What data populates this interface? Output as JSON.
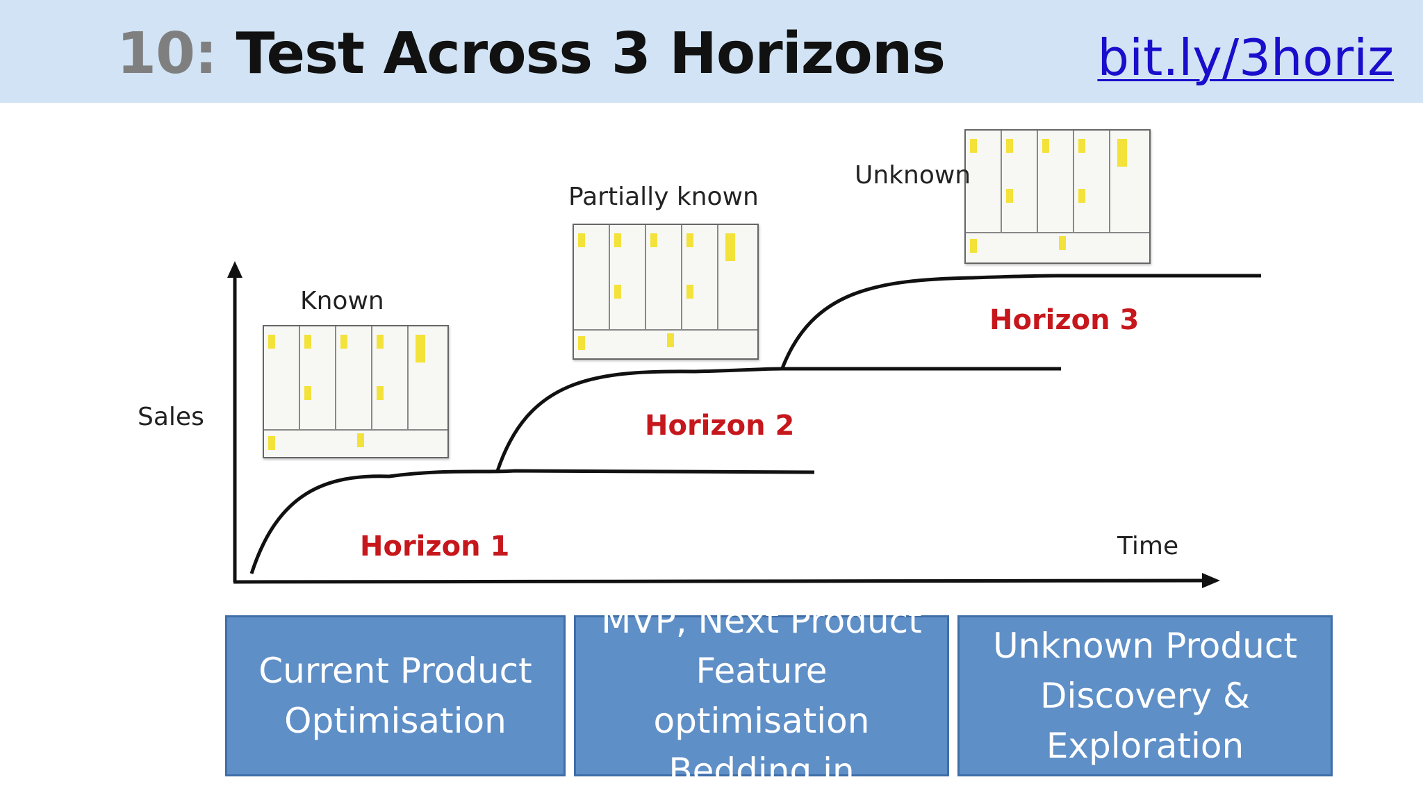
{
  "header": {
    "number": "10:",
    "title": "Test Across 3 Horizons",
    "link": "bit.ly/3horiz"
  },
  "diagram": {
    "y_axis_label": "Sales",
    "x_axis_label": "Time",
    "stage_labels": [
      "Known",
      "Partially known",
      "Unknown"
    ],
    "horizon_labels": [
      "Horizon 1",
      "Horizon 2",
      "Horizon 3"
    ]
  },
  "boxes": [
    {
      "lines": [
        "Current Product",
        "Optimisation"
      ]
    },
    {
      "lines": [
        "MVP, Next Product",
        "Feature optimisation",
        "Bedding in"
      ]
    },
    {
      "lines": [
        "Unknown Product",
        "Discovery &",
        "Exploration"
      ]
    }
  ],
  "colors": {
    "header_bg": "#d1e3f4",
    "horizon_label": "#c6171c",
    "box_fill": "#5f8fc7",
    "link": "#1a0dcc"
  }
}
